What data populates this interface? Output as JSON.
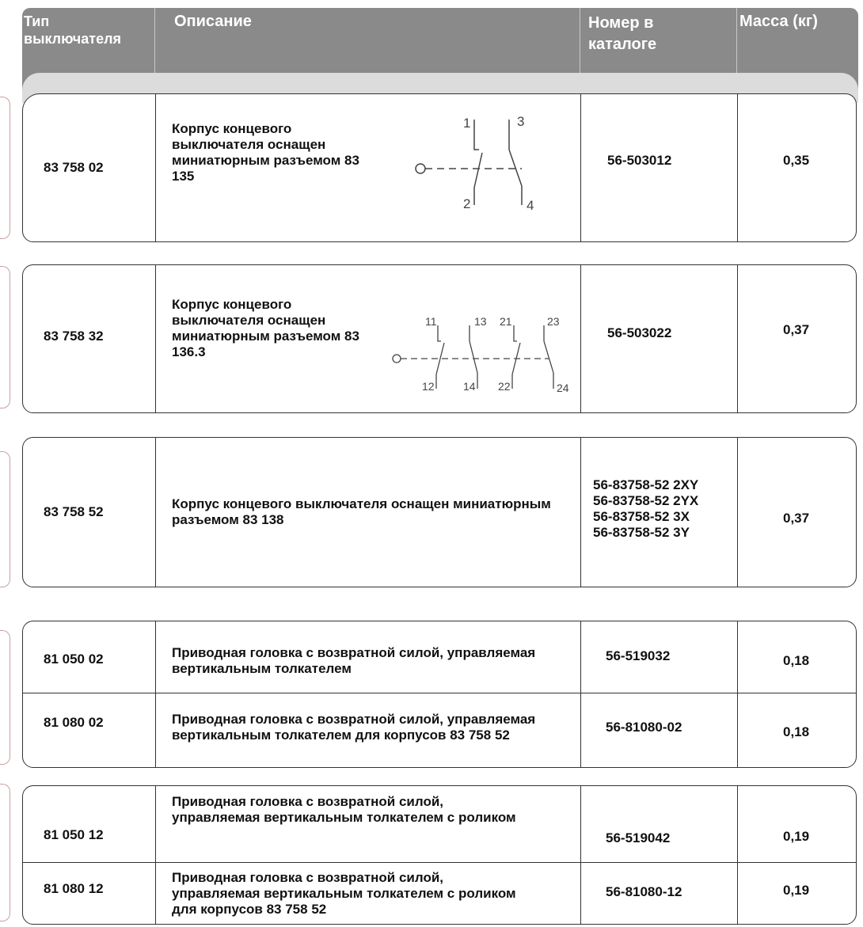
{
  "header": {
    "col_type": "Тип выключателя",
    "col_description": "Описание",
    "col_catalog": "Номер в каталоге",
    "col_mass": "Масса (кг)"
  },
  "rows": [
    {
      "type": "83 758 02",
      "desc": "Корпус концевого выключателя оснащен миниатюрным разъемом 83 135",
      "catalog": "56-503012",
      "mass": "0,35",
      "diagram": {
        "icon": "switch-contacts-2-icon",
        "labels": [
          "1",
          "3",
          "2",
          "4"
        ]
      }
    },
    {
      "type": "83 758 32",
      "desc": "Корпус концевого выключателя оснащен миниатюрным разъемом 83 136.3",
      "catalog": "56-503022",
      "mass": "0,37",
      "diagram": {
        "icon": "switch-contacts-4-icon",
        "labels": [
          "11",
          "13",
          "21",
          "23",
          "12",
          "14",
          "22",
          "24"
        ]
      }
    },
    {
      "type": "83 758 52",
      "desc": "Корпус концевого выключателя оснащен миниатюрным разъемом 83 138",
      "catalog": [
        "56-83758-52 2XY",
        "56-83758-52 2YX",
        "56-83758-52 3X",
        "56-83758-52 3Y"
      ],
      "mass": "0,37"
    },
    {
      "type": "81 050 02",
      "desc": "Приводная головка с возвратной силой, управляемая вертикальным толкателем",
      "catalog": "56-519032",
      "mass": "0,18"
    },
    {
      "type": "81 080 02",
      "desc": "Приводная головка с возвратной силой, управляемая вертикальным толкателем для корпусов 83 758 52",
      "catalog": "56-81080-02",
      "mass": "0,18"
    },
    {
      "type": "81 050 12",
      "desc": "Приводная головка с возвратной силой, управляемая вертикальным толкателем с роликом",
      "catalog": "56-519042",
      "mass": "0,19"
    },
    {
      "type": "81 080 12",
      "desc": "Приводная головка с возвратной силой, управляемая вертикальным толкателем с роликом для корпусов 83 758 52",
      "catalog": "56-81080-12",
      "mass": "0,19"
    }
  ]
}
